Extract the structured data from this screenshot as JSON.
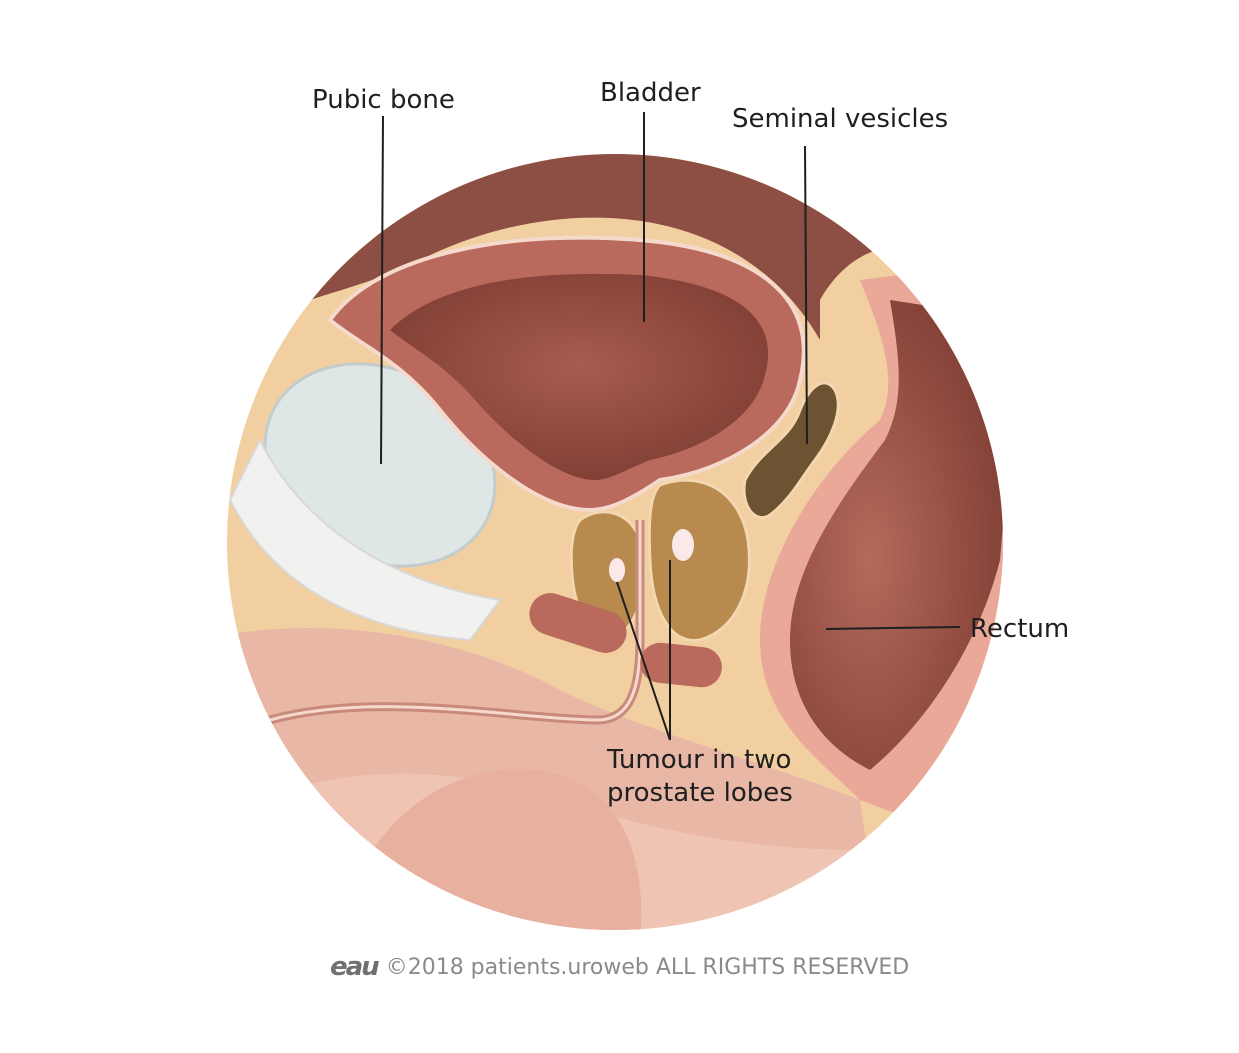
{
  "labels": {
    "pubic_bone": "Pubic bone",
    "bladder": "Bladder",
    "seminal_vesicles": "Seminal vesicles",
    "rectum": "Rectum",
    "tumour_line1": "Tumour in two",
    "tumour_line2": "prostate lobes"
  },
  "footer": {
    "logo": "eau",
    "copyright": "©2018 patients.uroweb ALL RIGHTS RESERVED"
  },
  "colors": {
    "bladder_wall": "#b96a5c",
    "bladder_interior": "#9c5447",
    "fat": "#f2cfa0",
    "bone": "#dfe6e6",
    "prostate": "#b88a4e",
    "rectum": "#8e4a3e",
    "skin": "#e9b7a6",
    "tumour": "#fbe9ea"
  }
}
